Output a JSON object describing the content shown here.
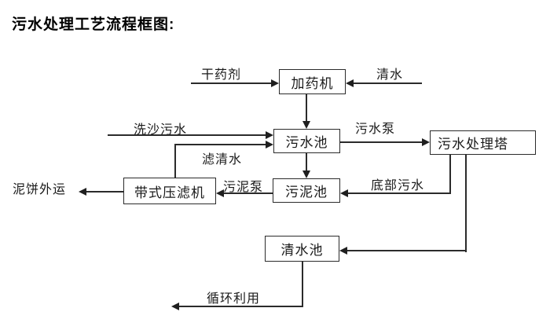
{
  "page": {
    "title": "污水处理工艺流程框图:"
  },
  "diagram": {
    "type": "flowchart",
    "nodes": {
      "dosing_machine": "加药机",
      "sewage_pool": "污水池",
      "sewage_treatment_tower": "污水处理塔",
      "sludge_pool": "污泥池",
      "belt_filter_press": "带式压滤机",
      "clean_water_pool": "清水池"
    },
    "edge_labels": {
      "dry_agent": "干药剂",
      "clean_water": "清水",
      "sand_washing_sewage": "洗沙污水",
      "sewage_pump": "污水泵",
      "filtered_water": "滤清水",
      "sludge_pump": "污泥泵",
      "bottom_sewage": "底部污水",
      "mud_cake_outbound": "泥饼外运",
      "recycle_use": "循环利用"
    },
    "colors": {
      "line": "#2b2b2b",
      "text": "#1a1a1a",
      "background": "#ffffff"
    }
  }
}
